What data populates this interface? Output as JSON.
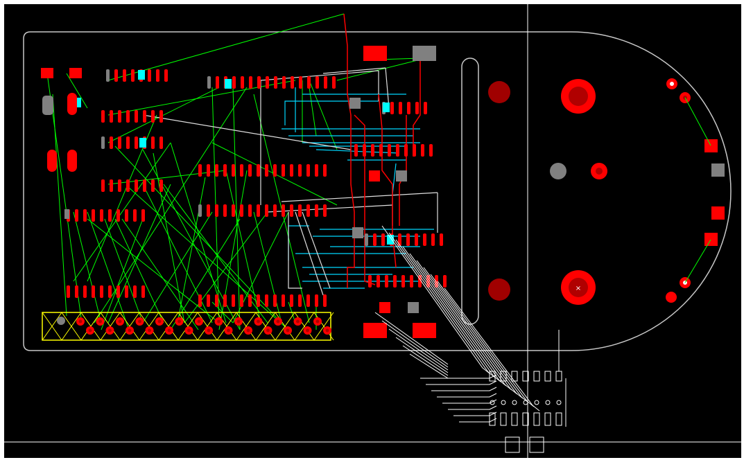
{
  "app": {
    "view": "pcb-layout-canvas"
  },
  "colors": {
    "background": "#000000",
    "board_outline": "#c8c8c8",
    "pad_top": "#ff0000",
    "pad_top_dark": "#a00000",
    "pad_unrouted": "#808080",
    "via_marker": "#00ffff",
    "ratsnest": "#00ff00",
    "trace_top": "#ff0000",
    "trace_bottom": "#00ffff",
    "connector_outline": "#ffff00",
    "crosshair": "#ffffff",
    "silk": "#ffffff"
  },
  "icons": [
    "crosshair-icon",
    "mounting-hole-icon",
    "connector-outline-icon"
  ],
  "components": {
    "connector": {
      "name": "edge-connector",
      "pins": 26
    },
    "mounting_holes": 2,
    "ic_rows": 12
  }
}
